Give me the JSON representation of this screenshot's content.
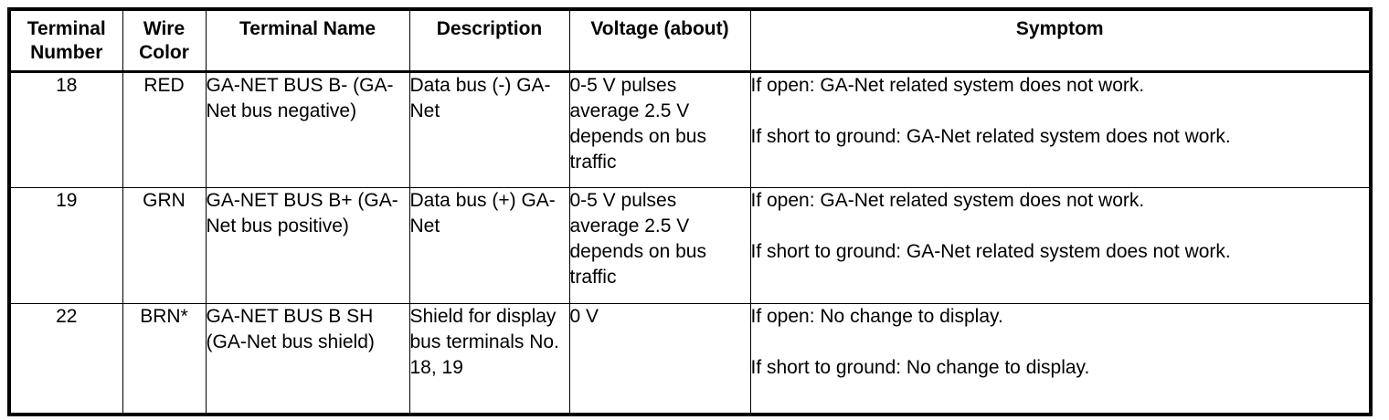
{
  "table": {
    "columns": [
      {
        "key": "terminal_number",
        "label": "Terminal\nNumber",
        "label_line1": "Terminal",
        "label_line2": "Number"
      },
      {
        "key": "wire_color",
        "label": "Wire\nColor",
        "label_line1": "Wire",
        "label_line2": "Color"
      },
      {
        "key": "terminal_name",
        "label": "Terminal Name",
        "label_line1": "Terminal Name",
        "label_line2": ""
      },
      {
        "key": "description",
        "label": "Description",
        "label_line1": "Description",
        "label_line2": ""
      },
      {
        "key": "voltage",
        "label": "Voltage (about)",
        "label_line1": "Voltage (about)",
        "label_line2": ""
      },
      {
        "key": "symptom",
        "label": "Symptom",
        "label_line1": "Symptom",
        "label_line2": ""
      }
    ],
    "rows": [
      {
        "terminal_number": "18",
        "wire_color": "RED",
        "terminal_name": "GA-NET BUS B- (GA-Net bus negative)",
        "description": "Data bus (-) GA-Net",
        "voltage": "0-5 V pulses average 2.5 V depends on bus traffic",
        "symptom_open": "If open: GA-Net related system does not work.",
        "symptom_short": "If short to ground: GA-Net related system does not work."
      },
      {
        "terminal_number": "19",
        "wire_color": "GRN",
        "terminal_name": "GA-NET BUS B+ (GA-Net bus positive)",
        "description": "Data bus (+) GA-Net",
        "voltage": "0-5 V pulses average 2.5 V depends on bus traffic",
        "symptom_open": "If open: GA-Net related system does not work.",
        "symptom_short": "If short to ground: GA-Net related system does not work."
      },
      {
        "terminal_number": "22",
        "wire_color": "BRN*",
        "terminal_name": "GA-NET BUS B SH (GA-Net bus shield)",
        "description": "Shield for display bus terminals No. 18, 19",
        "voltage": "0 V",
        "symptom_open": "If open: No change to display.",
        "symptom_short": "If short to ground: No change to display."
      }
    ]
  },
  "colors": {
    "border": "#000000",
    "background": "#ffffff",
    "text": "#000000"
  }
}
